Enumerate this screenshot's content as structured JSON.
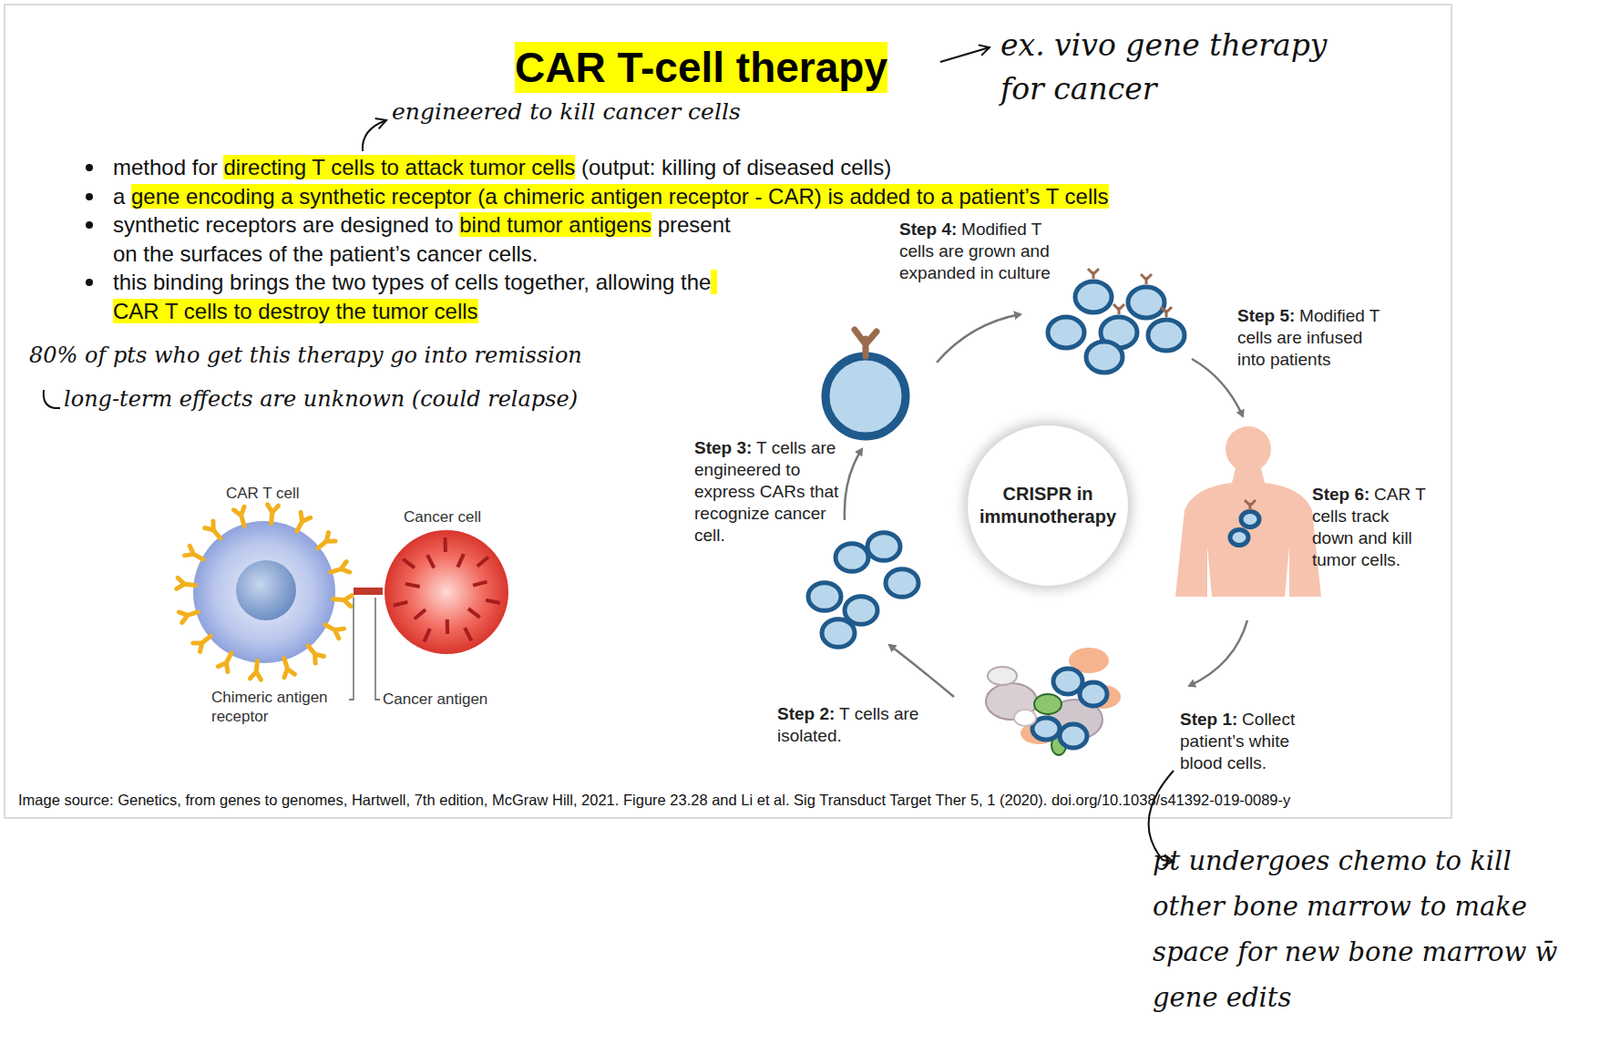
{
  "diagram": {
    "title": "CAR T-cell therapy",
    "caption": "Image source: Genetics, from genes to genomes, Hartwell, 7th edition, McGraw Hill, 2021. Figure 23.28 and Li et al. Sig Transduct Target Ther 5, 1 (2020). doi.org/10.1038/s41392-019-0089-y",
    "nodes": [
      {
        "text": [
          "CRISPR in immunotherapy"
        ]
      }
    ],
    "labels": [
      "ex. vivo gene therapy for cancer",
      "engineered to kill cancer cells",
      "method for ",
      "directing T cells to attack tumor cells",
      " (output: killing of diseased cells)",
      "a ",
      "gene encoding a synthetic receptor (a chimeric antigen receptor - CAR) is added to a patient’s T cells",
      "synthetic receptors are designed to ",
      "bind tumor antigens",
      " present on the surfaces of the patient’s cancer cells.",
      "this binding brings the two types of cells together, allowing the",
      " CAR T cells to destroy the tumor cells",
      "80% of pts who get this therapy go into remission",
      "long-term effects are unknown (could relapse)",
      "CAR T cell",
      "Cancer cell",
      "Chimeric antigen receptor",
      "Cancer antigen",
      "Step 4:",
      "Modified T cells are grown and expanded in culture",
      "Step 5:",
      "Modified T cells are infused into patients",
      "Step 6:",
      "CAR T cells track down and kill tumor cells.",
      "Step 3:",
      "T cells are engineered to express CARs that recognize cancer cell.",
      "Step 2:",
      "T cells are isolated.",
      "Step 1:",
      "Collect patient’s white blood cells.",
      "pt undergoes chemo to kill other bone marrow to make space for new bone marrow w̄ gene edits"
    ]
  }
}
